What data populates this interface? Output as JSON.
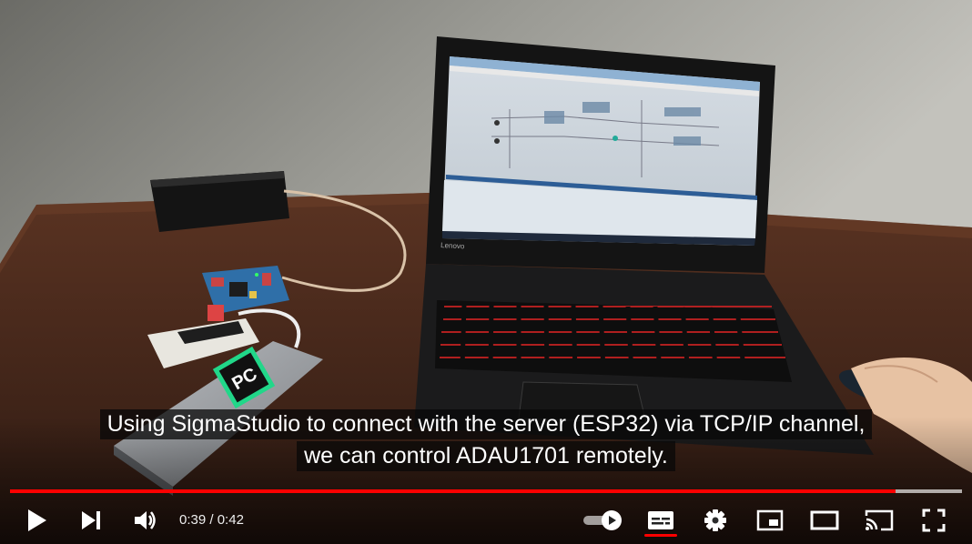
{
  "video": {
    "captions": [
      "Using SigmaStudio to connect with the server (ESP32) via TCP/IP channel,",
      "we can control ADAU1701 remotely."
    ],
    "laptop_brand": "Lenovo"
  },
  "player": {
    "current_time": "0:39",
    "duration": "0:42",
    "time_separator": " / ",
    "progress_fraction": 0.93,
    "buffered_fraction": 1.0,
    "accent_color": "#ff0000"
  },
  "icons": {
    "play": "play-icon",
    "next": "next-icon",
    "volume": "volume-icon",
    "autoplay": "autoplay-toggle-icon",
    "subtitles": "subtitles-icon",
    "settings": "gear-icon",
    "miniplayer": "miniplayer-icon",
    "theater": "theater-mode-icon",
    "cast": "cast-icon",
    "fullscreen": "fullscreen-icon"
  }
}
